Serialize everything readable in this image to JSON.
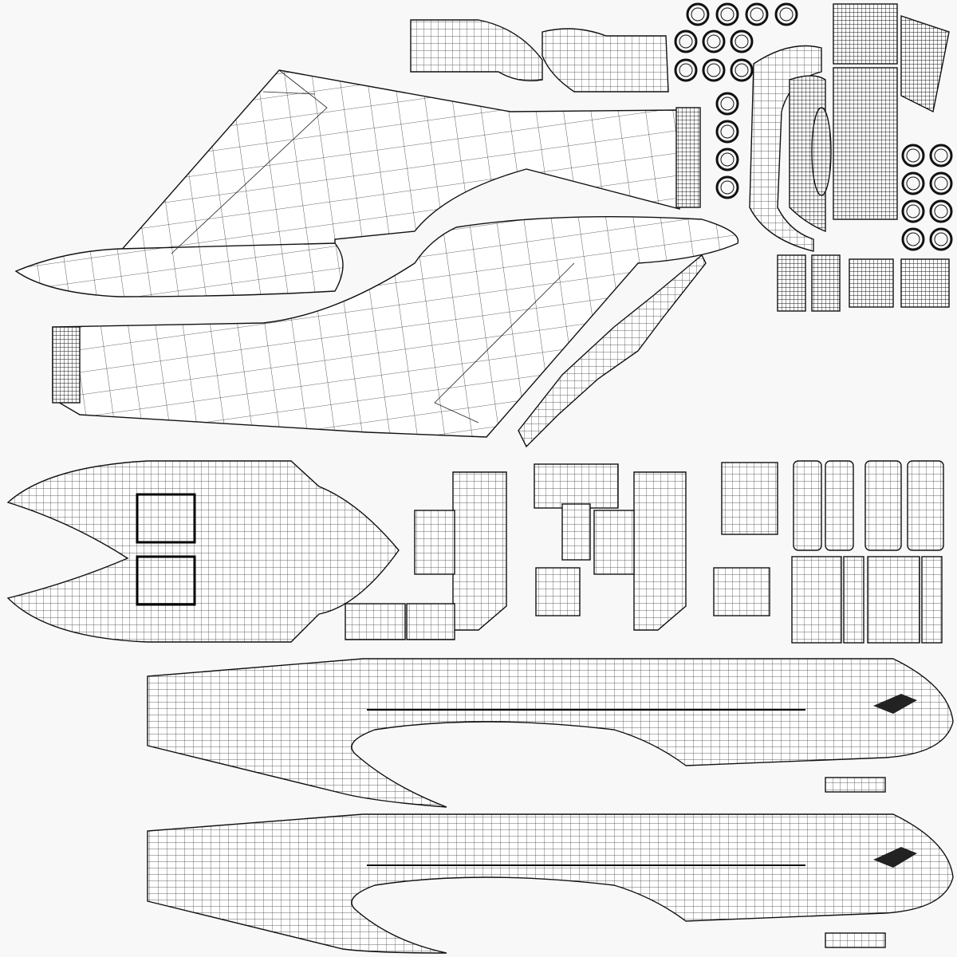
{
  "title": "",
  "image_kind": "uv-wireframe-layout",
  "colors": {
    "background": "#f8f8f8",
    "wire": "#111111",
    "fill": "#ffffff"
  },
  "parts": [
    "wing-upper",
    "wing-lower",
    "tail-section",
    "stabilizer-pieces",
    "panel-blocks",
    "fuselage-half-top",
    "fuselage-half-bottom",
    "rings"
  ]
}
